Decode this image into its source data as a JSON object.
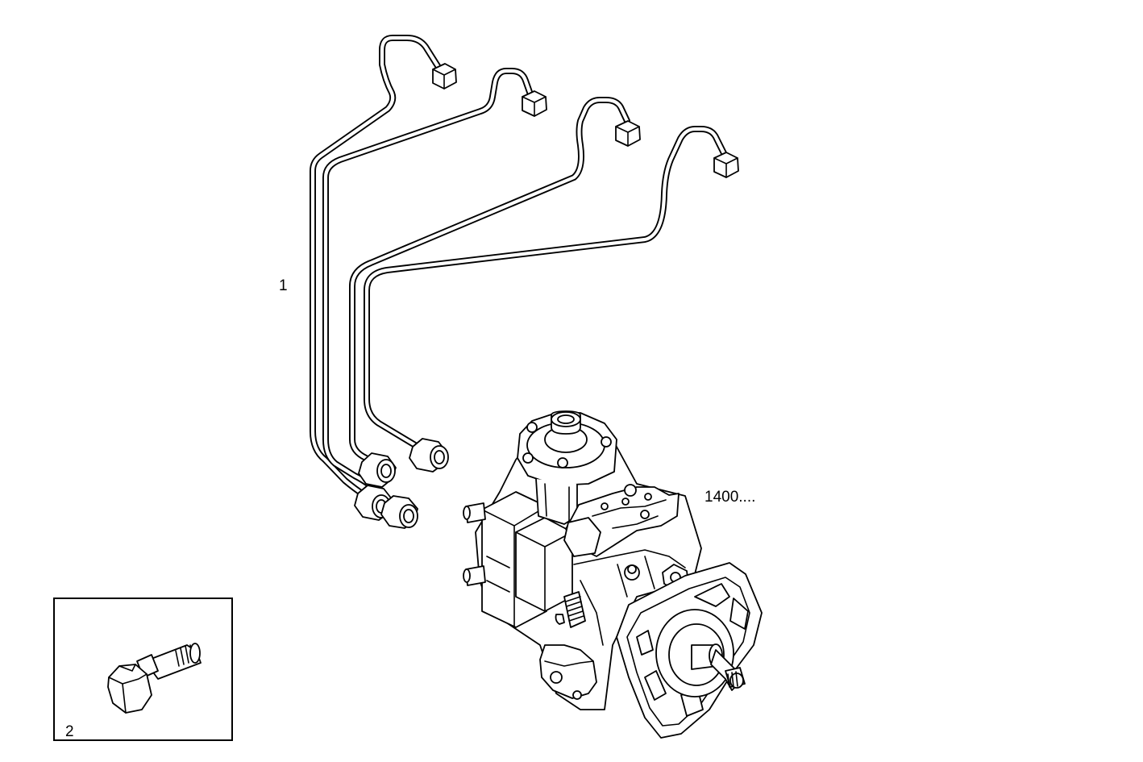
{
  "callouts": {
    "injection_pipes": "1",
    "injection_pump": "1400....",
    "flange_bolt": "2"
  }
}
